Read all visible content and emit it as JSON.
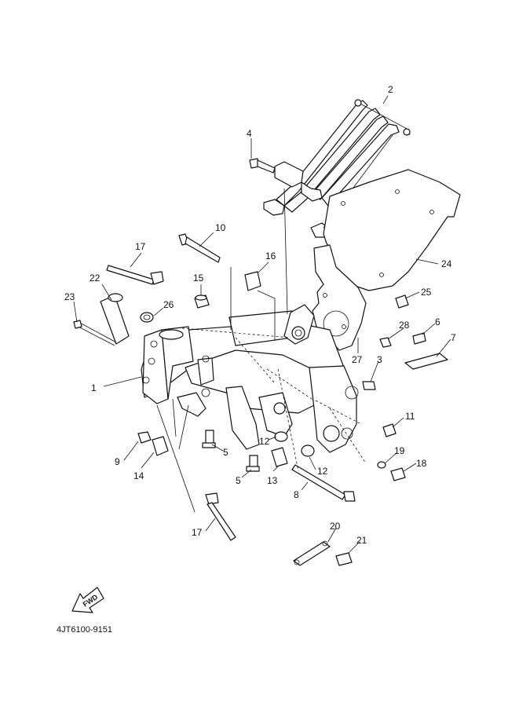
{
  "diagram": {
    "drawing_code": "4JT6100-9151",
    "forward_marker": "FWD",
    "callouts": [
      {
        "id": "c1",
        "label": "1"
      },
      {
        "id": "c2",
        "label": "2"
      },
      {
        "id": "c3",
        "label": "3"
      },
      {
        "id": "c4",
        "label": "4"
      },
      {
        "id": "c5a",
        "label": "5"
      },
      {
        "id": "c5b",
        "label": "5"
      },
      {
        "id": "c6",
        "label": "6"
      },
      {
        "id": "c7",
        "label": "7"
      },
      {
        "id": "c8",
        "label": "8"
      },
      {
        "id": "c9",
        "label": "9"
      },
      {
        "id": "c10",
        "label": "10"
      },
      {
        "id": "c11",
        "label": "11"
      },
      {
        "id": "c12a",
        "label": "12"
      },
      {
        "id": "c12b",
        "label": "12"
      },
      {
        "id": "c13",
        "label": "13"
      },
      {
        "id": "c14",
        "label": "14"
      },
      {
        "id": "c15",
        "label": "15"
      },
      {
        "id": "c16",
        "label": "16"
      },
      {
        "id": "c17a",
        "label": "17"
      },
      {
        "id": "c17b",
        "label": "17"
      },
      {
        "id": "c18",
        "label": "18"
      },
      {
        "id": "c19",
        "label": "19"
      },
      {
        "id": "c20",
        "label": "20"
      },
      {
        "id": "c21",
        "label": "21"
      },
      {
        "id": "c22",
        "label": "22"
      },
      {
        "id": "c23",
        "label": "23"
      },
      {
        "id": "c24",
        "label": "24"
      },
      {
        "id": "c25",
        "label": "25"
      },
      {
        "id": "c26",
        "label": "26"
      },
      {
        "id": "c27",
        "label": "27"
      },
      {
        "id": "c28",
        "label": "28"
      }
    ]
  }
}
